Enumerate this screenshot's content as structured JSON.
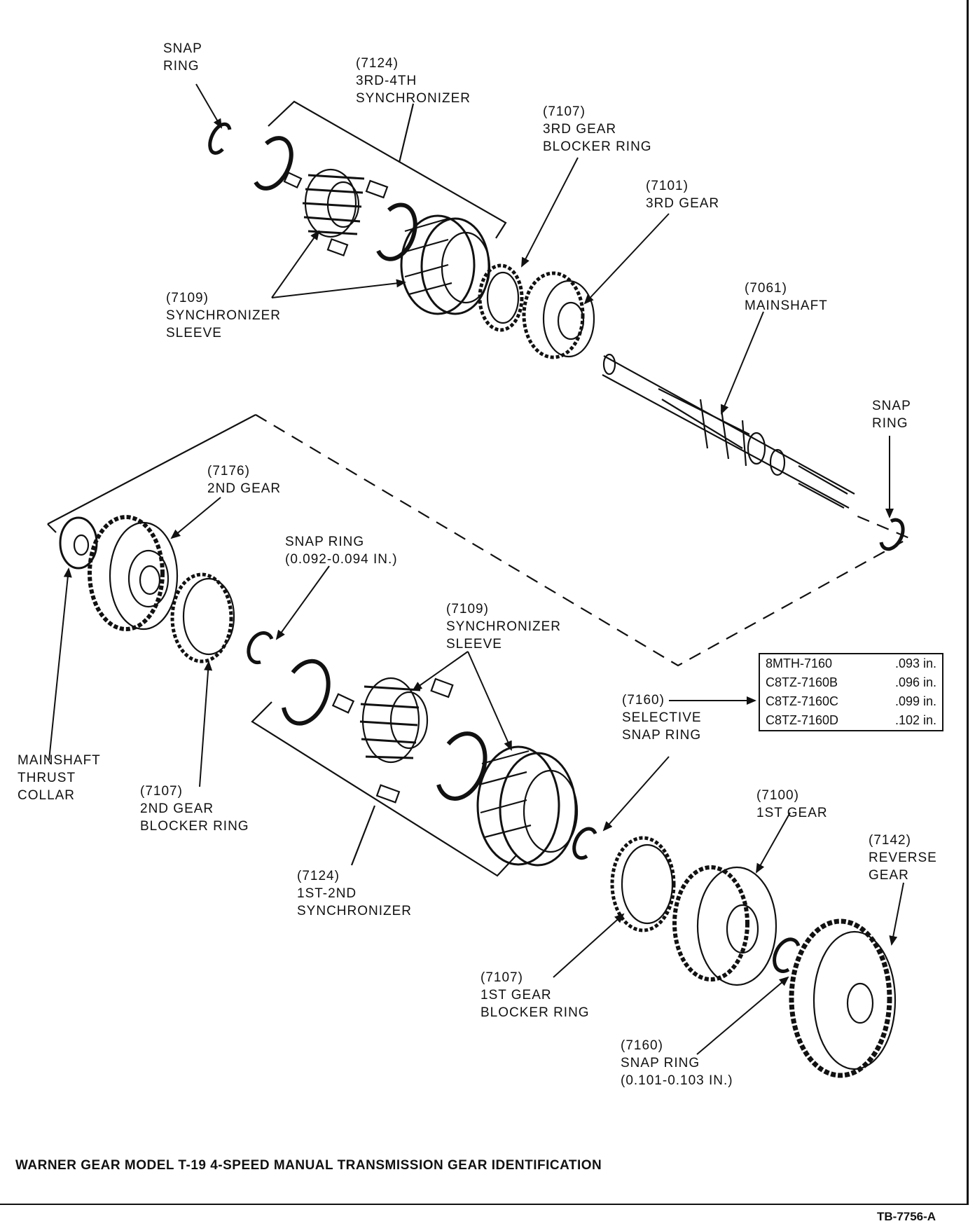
{
  "labels": {
    "snap_ring_top_left": [
      "SNAP",
      "RING"
    ],
    "sync_3_4": [
      "(7124)",
      "3RD-4TH",
      "SYNCHRONIZER"
    ],
    "blocker_3rd": [
      "(7107)",
      "3RD GEAR",
      "BLOCKER RING"
    ],
    "gear_3rd": [
      "(7101)",
      "3RD GEAR"
    ],
    "mainshaft": [
      "(7061)",
      "MAINSHAFT"
    ],
    "sleeve_upper": [
      "(7109)",
      "SYNCHRONIZER",
      "SLEEVE"
    ],
    "snap_ring_right": [
      "SNAP",
      "RING"
    ],
    "gear_2nd": [
      "(7176)",
      "2ND GEAR"
    ],
    "snap_ring_mid": [
      "SNAP RING",
      "(0.092-0.094 IN.)"
    ],
    "sleeve_lower": [
      "(7109)",
      "SYNCHRONIZER",
      "SLEEVE"
    ],
    "selective_snap_ring": [
      "(7160)",
      "SELECTIVE",
      "SNAP RING"
    ],
    "thrust_collar": [
      "MAINSHAFT",
      "THRUST",
      "COLLAR"
    ],
    "blocker_2nd": [
      "(7107)",
      "2ND GEAR",
      "BLOCKER RING"
    ],
    "sync_1_2": [
      "(7124)",
      "1ST-2ND",
      "SYNCHRONIZER"
    ],
    "gear_1st": [
      "(7100)",
      "1ST GEAR"
    ],
    "reverse_gear": [
      "(7142)",
      "REVERSE",
      "GEAR"
    ],
    "blocker_1st": [
      "(7107)",
      "1ST GEAR",
      "BLOCKER RING"
    ],
    "snap_ring_bottom": [
      "(7160)",
      "SNAP RING",
      "(0.101-0.103 IN.)"
    ]
  },
  "selective_table": [
    {
      "part": "8MTH-7160",
      "size": ".093 in."
    },
    {
      "part": "C8TZ-7160B",
      "size": ".096 in."
    },
    {
      "part": "C8TZ-7160C",
      "size": ".099 in."
    },
    {
      "part": "C8TZ-7160D",
      "size": ".102 in."
    }
  ],
  "caption": "WARNER GEAR MODEL T-19 4-SPEED MANUAL TRANSMISSION GEAR IDENTIFICATION",
  "figure_id": "TB-7756-A"
}
